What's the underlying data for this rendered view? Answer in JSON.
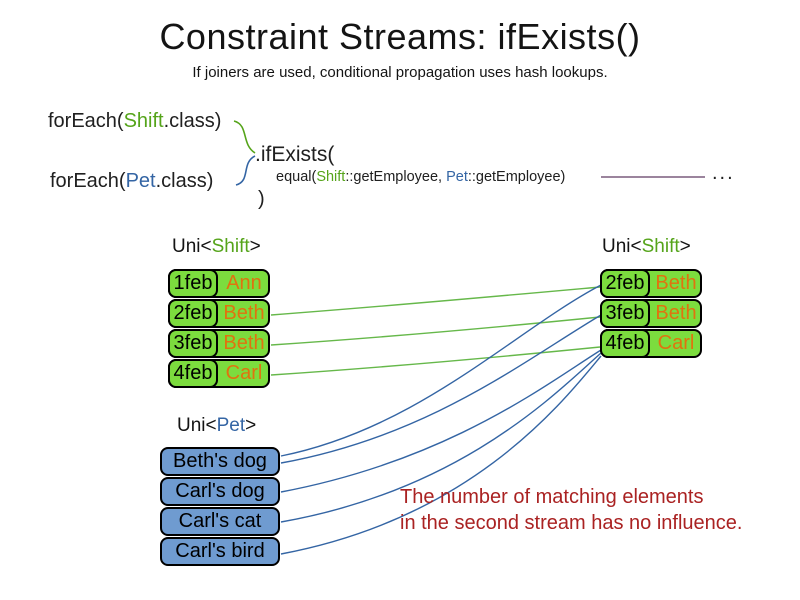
{
  "title": "Constraint Streams: ifExists()",
  "subtitle": "If joiners are used, conditional propagation uses hash lookups.",
  "code": {
    "foreach_shift": {
      "prefix": "forEach(",
      "cls": "Shift",
      "suffix": ".class)"
    },
    "foreach_pet": {
      "prefix": "forEach(",
      "cls": "Pet",
      "suffix": ".class)"
    },
    "if_exists": ".ifExists(",
    "equal": {
      "prefix": "equal(",
      "arg1_cls": "Shift",
      "arg1_rest": "::getEmployee, ",
      "arg2_cls": "Pet",
      "arg2_rest": "::getEmployee)"
    },
    "ellipsis": "...",
    "close_paren": ")"
  },
  "left_shift_table": {
    "label": {
      "prefix": "Uni<",
      "type": "Shift",
      "suffix": ">"
    },
    "rows": [
      {
        "date": "1feb",
        "name": "Ann"
      },
      {
        "date": "2feb",
        "name": "Beth"
      },
      {
        "date": "3feb",
        "name": "Beth"
      },
      {
        "date": "4feb",
        "name": "Carl"
      }
    ]
  },
  "right_shift_table": {
    "label": {
      "prefix": "Uni<",
      "type": "Shift",
      "suffix": ">"
    },
    "rows": [
      {
        "date": "2feb",
        "name": "Beth"
      },
      {
        "date": "3feb",
        "name": "Beth"
      },
      {
        "date": "4feb",
        "name": "Carl"
      }
    ]
  },
  "pet_table": {
    "label": {
      "prefix": "Uni<",
      "type": "Pet",
      "suffix": ">"
    },
    "items": [
      "Beth's dog",
      "Carl's dog",
      "Carl's cat",
      "Carl's bird"
    ]
  },
  "note": {
    "line1": "The number of matching elements",
    "line2": "in the second stream has no influence."
  },
  "connections": {
    "shift_to_shift": [
      {
        "from": "2feb Beth",
        "to": "2feb Beth"
      },
      {
        "from": "3feb Beth",
        "to": "3feb Beth"
      },
      {
        "from": "4feb Carl",
        "to": "4feb Carl"
      }
    ],
    "pet_to_shift": [
      {
        "from": "Beth's dog",
        "to": "2feb Beth"
      },
      {
        "from": "Beth's dog",
        "to": "3feb Beth"
      },
      {
        "from": "Carl's dog",
        "to": "4feb Carl"
      },
      {
        "from": "Carl's cat",
        "to": "4feb Carl"
      },
      {
        "from": "Carl's bird",
        "to": "4feb Carl"
      }
    ]
  },
  "colors": {
    "shift_box_green": "#7cdc3e",
    "shift_type_green": "#55a41a",
    "pet_type_blue": "#3465a4",
    "employee_orange": "#e0730f",
    "pet_box_blue": "#6f9bd0",
    "note_red": "#aa2222",
    "line_green": "#66b84a",
    "line_blue": "#3465a4",
    "line_purple": "#7a5b7d"
  }
}
